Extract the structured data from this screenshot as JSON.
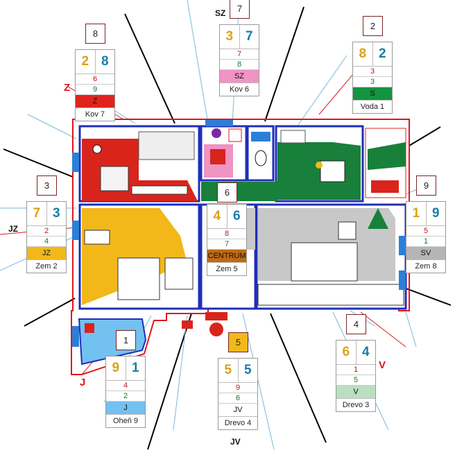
{
  "cards": [
    {
      "id": "8",
      "big_left": "2",
      "big_right": "8",
      "small1": "6",
      "small2": "9",
      "band": "Z",
      "band_color": "#e0241c",
      "element": "Kov 7"
    },
    {
      "id": "7",
      "big_left": "3",
      "big_right": "7",
      "small1": "7",
      "small2": "8",
      "band": "SZ",
      "band_color": "#ef94c3",
      "element": "Kov 6"
    },
    {
      "id": "2",
      "big_left": "8",
      "big_right": "2",
      "small1": "3",
      "small2": "3",
      "band": "S",
      "band_color": "#139440",
      "element": "Voda 1"
    },
    {
      "id": "3",
      "big_left": "7",
      "big_right": "3",
      "small1": "2",
      "small2": "4",
      "band": "JZ",
      "band_color": "#f2b81a",
      "element": "Zem 2"
    },
    {
      "id": "6",
      "big_left": "4",
      "big_right": "6",
      "small1": "8",
      "small2": "7",
      "band": "CENTRUM",
      "band_color": "#c06a14",
      "element": "Zem 5"
    },
    {
      "id": "9",
      "big_left": "1",
      "big_right": "9",
      "small1": "5",
      "small2": "1",
      "band": "SV",
      "band_color": "#b5b5b5",
      "element": "Zem 8"
    },
    {
      "id": "4",
      "big_left": "6",
      "big_right": "4",
      "small1": "1",
      "small2": "5",
      "band": "V",
      "band_color": "#b9dfc0",
      "element": "Drevo 3"
    },
    {
      "id": "1",
      "big_left": "9",
      "big_right": "1",
      "small1": "4",
      "small2": "2",
      "band": "J",
      "band_color": "#73c1f0",
      "element": "Oheň 9"
    },
    {
      "id": "5",
      "big_left": "5",
      "big_right": "5",
      "small1": "9",
      "small2": "6",
      "band": "JV",
      "band_color": "#ffffff",
      "element": "Drevo 4"
    }
  ],
  "directions": {
    "sz": "SZ",
    "jz": "JZ",
    "jv": "JV"
  },
  "red_letters": {
    "z": "Z",
    "v": "V",
    "j": "J"
  },
  "colors": {
    "wall": "#1f2fb8",
    "outline": "#e0141c",
    "kitchen_green": "#18803a",
    "living_gray": "#c8c8c8",
    "room_yellow": "#f2b81a",
    "room_red": "#d9241c",
    "room_pink": "#ef94c3",
    "blue_accent": "#2b7fd8"
  }
}
